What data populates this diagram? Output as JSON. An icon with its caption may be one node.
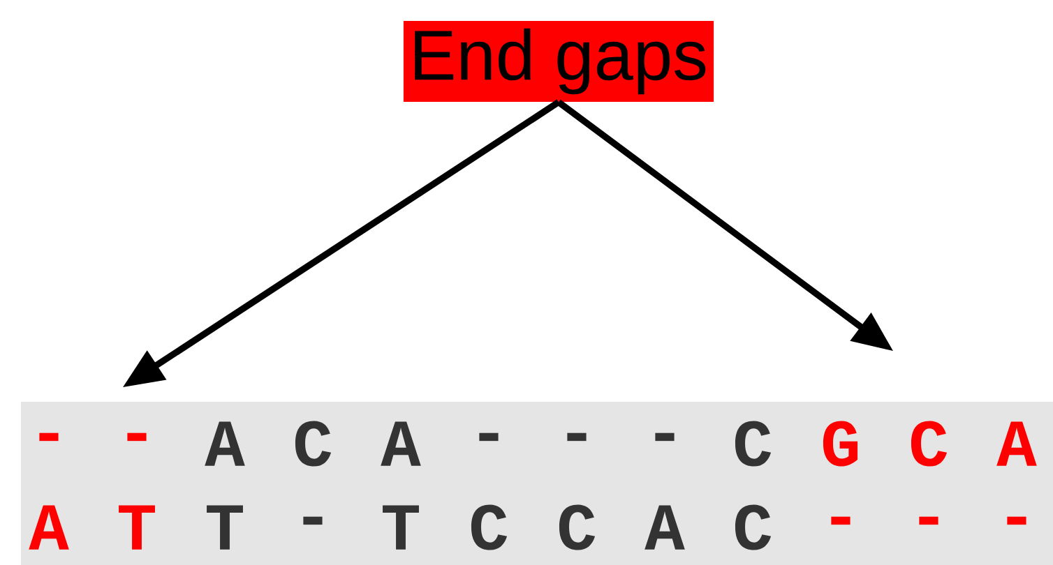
{
  "diagram": {
    "nodes": [
      {
        "text": [
          "End gaps"
        ]
      },
      {
        "text": [
          "-",
          "-",
          "A",
          "C",
          "A",
          "-",
          "-",
          "-",
          "C",
          "G",
          "C",
          "A",
          "A",
          "T",
          "T",
          "-",
          "T",
          "C",
          "C",
          "A",
          "C",
          "-",
          "-",
          "-"
        ]
      }
    ],
    "edges": [
      {
        "from": 0,
        "to": 1,
        "arrow": "to"
      },
      {
        "from": 0,
        "to": 1,
        "arrow": "to"
      }
    ]
  }
}
